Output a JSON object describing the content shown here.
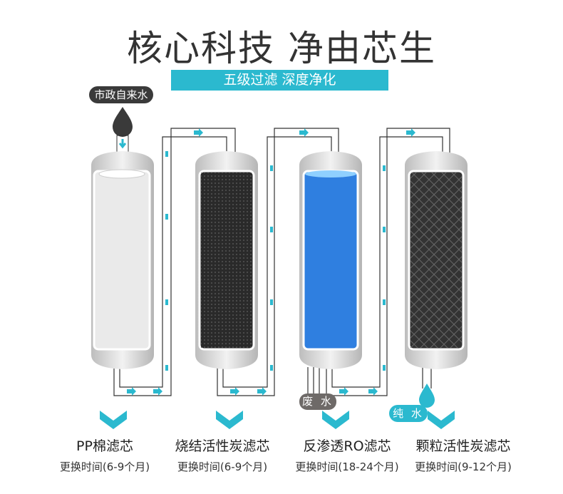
{
  "header": {
    "title": "核心科技 净由芯生",
    "subtitle": "五级过滤 深度净化"
  },
  "badges": {
    "source": "市政自来水",
    "waste": "废 水",
    "pure": "纯 水"
  },
  "filters": [
    {
      "name": "PP棉滤芯",
      "replace": "更换时间(6-9个月)",
      "core_color": "#e9e9e9"
    },
    {
      "name": "烧结活性炭滤芯",
      "replace": "更换时间(6-9个月)",
      "core_color": "#2a2a2a"
    },
    {
      "name": "反渗透RO滤芯",
      "replace": "更换时间(18-24个月)",
      "core_color": "#2f7fe0"
    },
    {
      "name": "颗粒活性炭滤芯",
      "replace": "更换时间(9-12个月)",
      "core_color": "#333333"
    }
  ],
  "colors": {
    "accent": "#2bb9cf",
    "canister": "#c8c8c8",
    "pipe": "#333333"
  }
}
